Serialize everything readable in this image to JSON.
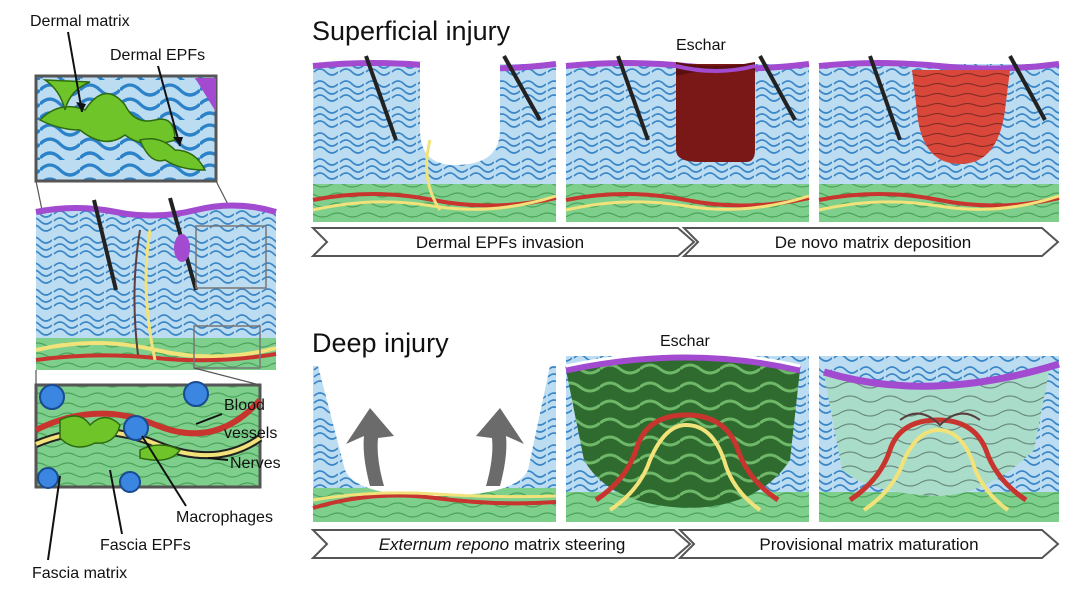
{
  "labels": {
    "dermal_matrix": "Dermal matrix",
    "dermal_epfs": "Dermal EPFs",
    "blood_vessels_line1": "Blood",
    "blood_vessels_line2": "vessels",
    "nerves": "Nerves",
    "macrophages": "Macrophages",
    "fascia_epfs": "Fascia EPFs",
    "fascia_matrix": "Fascia matrix"
  },
  "superficial": {
    "title": "Superficial injury",
    "eschar": "Eschar",
    "stage1": "Dermal EPFs invasion",
    "stage2": "De novo matrix deposition"
  },
  "deep": {
    "title": "Deep injury",
    "eschar": "Eschar",
    "stage1_italic": "Externum repono",
    "stage1_rest": " matrix steering",
    "stage2": "Provisional matrix maturation"
  },
  "colors": {
    "dermis_bg": "#bcdcf2",
    "dermis_swirl": "#3a86c6",
    "epidermis": "#a24ad0",
    "fascia": "#7fcf8c",
    "fascia_dark": "#4aa35a",
    "vessel": "#c8352f",
    "nerve": "#f2e27a",
    "epf": "#6fc42a",
    "eschar_superficial": "#7a1717",
    "matrix_red": "#d8473a",
    "eschar_deep": "#2f6a2e",
    "arrow_gray": "#6b6b6b"
  }
}
